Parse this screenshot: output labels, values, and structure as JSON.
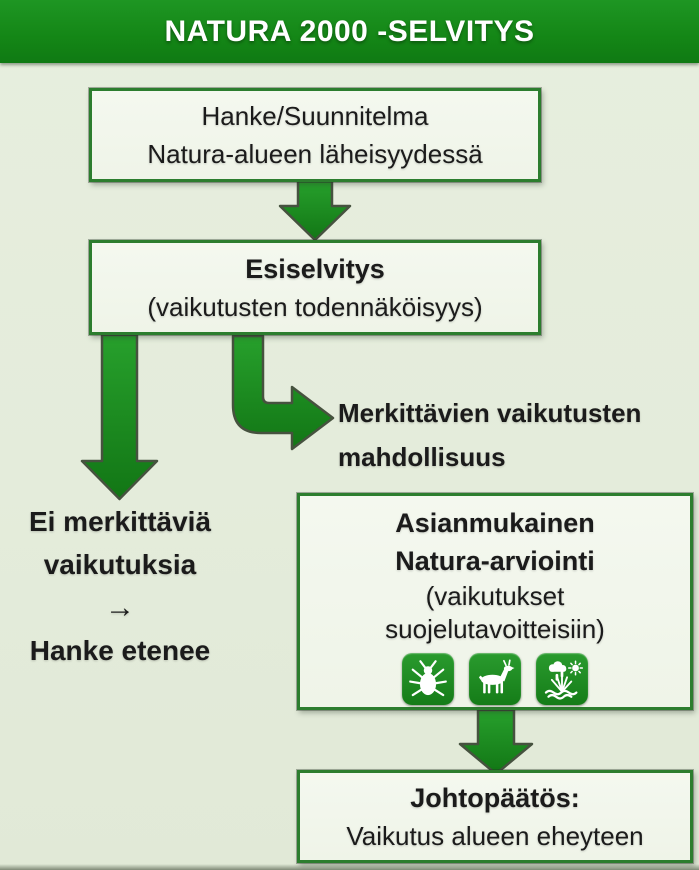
{
  "header": {
    "title": "NATURA 2000 -SELVITYS"
  },
  "flow": {
    "box1": {
      "line1": "Hanke/Suunnitelma",
      "line2": "Natura-alueen läheisyydessä"
    },
    "box2": {
      "title": "Esiselvitys",
      "subtitle": "(vaikutusten todennäköisyys)"
    },
    "right_branch": {
      "line1": "Merkittävien vaikutusten",
      "line2": "mahdollisuus"
    },
    "left_branch": {
      "line1": "Ei merkittäviä",
      "line2": "vaikutuksia",
      "arrow_glyph": "→",
      "line3": "Hanke etenee"
    },
    "box3": {
      "title_line1": "Asianmukainen",
      "title_line2": "Natura-arviointi",
      "subtitle_line1": "(vaikutukset",
      "subtitle_line2": "suojelutavoitteisiin)",
      "icons": [
        "insect-icon",
        "deer-icon",
        "wetland-icon"
      ]
    },
    "box4": {
      "title": "Johtopäätös:",
      "subtitle": "Vaikutus alueen eheyteen"
    }
  },
  "colors": {
    "header_green": "#148616",
    "arrow_green": "#1e8f20",
    "arrow_outline": "#46523f",
    "box_border_green": "#2c7d2e",
    "box_fill": "#f2f6ec",
    "page_background": "#e4ecdb",
    "icon_tile_green": "#1d8a1f",
    "text_black": "#1b1b1b",
    "title_white": "#ffffff"
  }
}
